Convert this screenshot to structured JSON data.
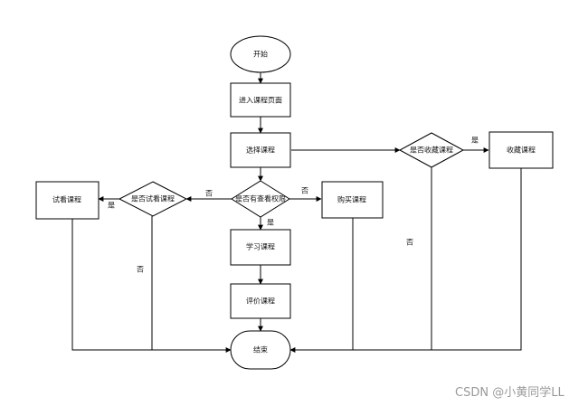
{
  "nodes": {
    "start": "开始",
    "enter_course_page": "进入课程页面",
    "select_course": "选择课程",
    "has_view_permission": "是否有查看权限",
    "is_trial": "是否试看课程",
    "trial_course": "试看课程",
    "buy_course": "购买课程",
    "study_course": "学习课程",
    "evaluate_course": "评价课程",
    "end": "结束",
    "is_favorite": "是否收藏课程",
    "favorite_course": "收藏课程"
  },
  "edge_labels": {
    "permission_no_left": "否",
    "permission_no_right": "否",
    "permission_yes": "是",
    "trial_yes": "是",
    "trial_no": "否",
    "favorite_yes": "是",
    "favorite_no": "否"
  },
  "watermark": "CSDN @小黄同学LL"
}
